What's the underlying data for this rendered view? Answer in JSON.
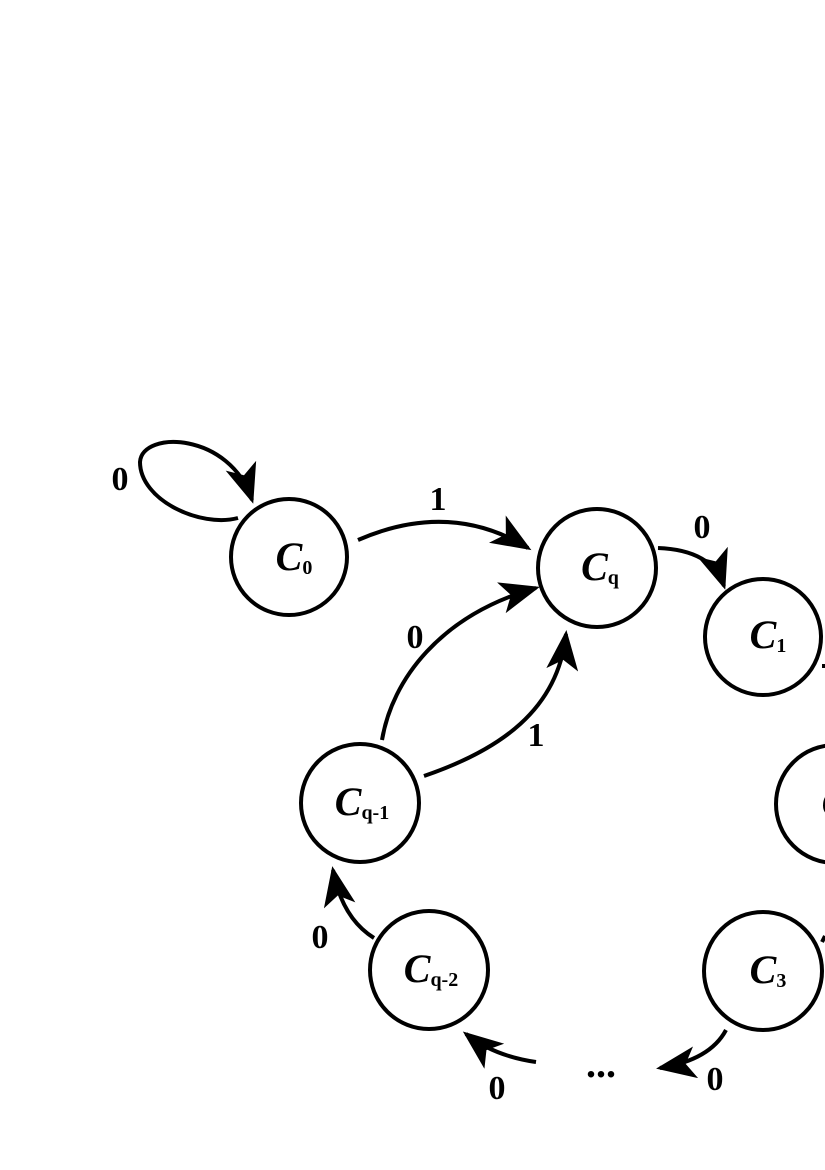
{
  "nodes": {
    "c0": {
      "main": "C",
      "sub": "0"
    },
    "cq": {
      "main": "C",
      "sub": "q"
    },
    "c1": {
      "main": "C",
      "sub": "1"
    },
    "c2": {
      "main": "C",
      "sub": ""
    },
    "cq1": {
      "main": "C",
      "sub": "q-1"
    },
    "cq2": {
      "main": "C",
      "sub": "q-2"
    },
    "c3": {
      "main": "C",
      "sub": "3"
    }
  },
  "edges": {
    "c0_self": "0",
    "c0_cq": "1",
    "cq_c1": "0",
    "cq1_cq_upper": "0",
    "cq1_cq_lower": "1",
    "cq2_cq1": "0",
    "dots_cq2": "0",
    "c3_dots": "0"
  },
  "ellipsis": "..."
}
